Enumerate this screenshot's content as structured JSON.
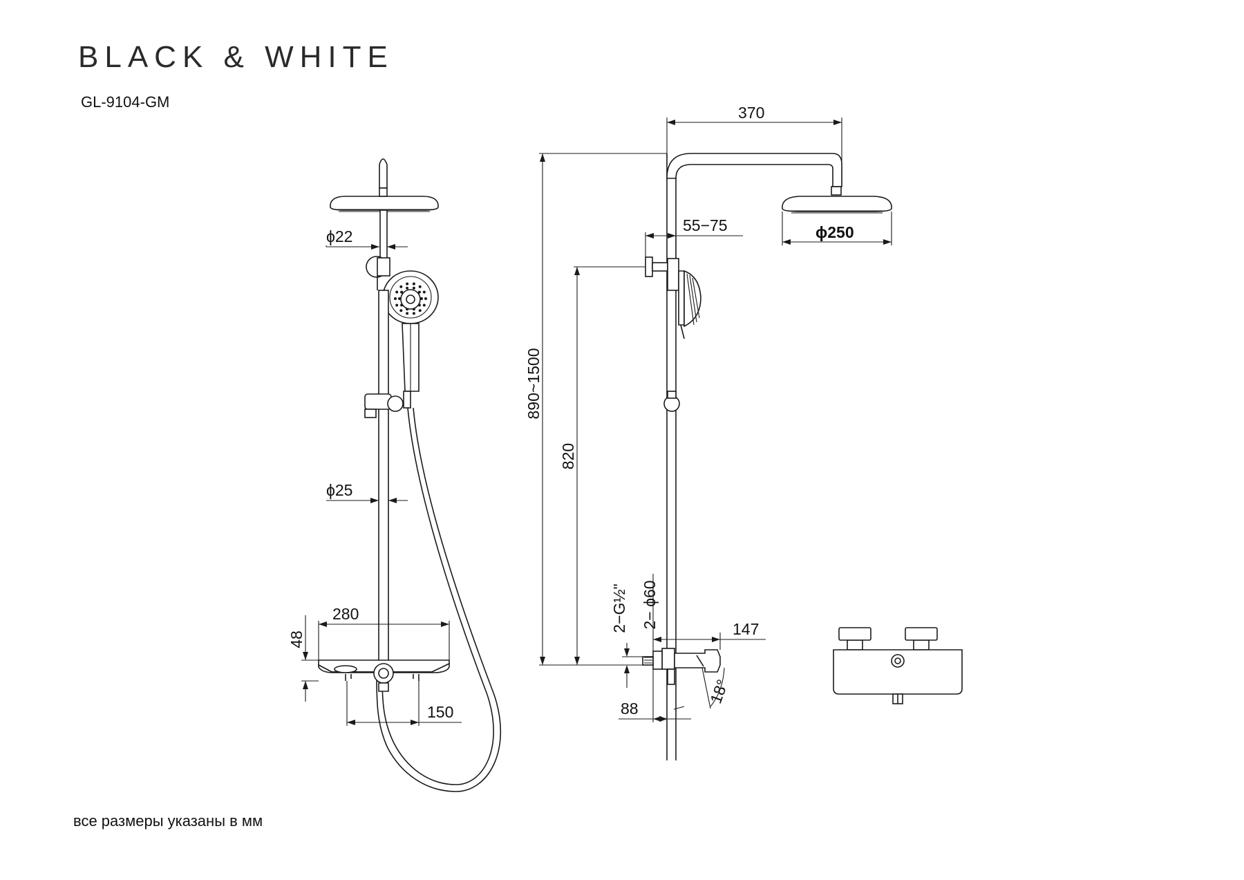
{
  "brand": "BLACK & WHITE",
  "model": "GL-9104-GM",
  "note": "все размеры указаны в мм",
  "dimensions": {
    "pipe_top_diameter": "ϕ22",
    "pipe_bottom_diameter": "ϕ25",
    "mixer_width": "280",
    "mixer_height": "48",
    "inlet_spacing": "150",
    "arm_reach": "370",
    "head_diameter": "ϕ250",
    "bracket_offset": "55−75",
    "total_height": "890~1500",
    "holder_height": "820",
    "inlet_thread": "2−G½\"",
    "flange_diameter": "2− ϕ60",
    "mixer_projection": "147",
    "wall_offset": "88",
    "angle": "18°"
  }
}
